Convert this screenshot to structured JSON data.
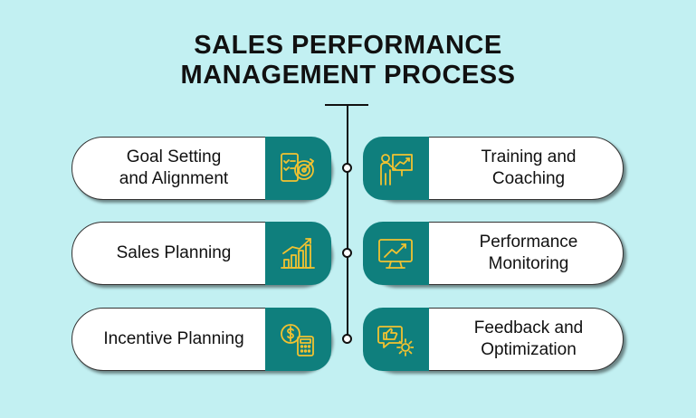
{
  "title": {
    "line1": "SALES PERFORMANCE",
    "line2": "MANAGEMENT PROCESS"
  },
  "steps": {
    "goal_setting": "Goal Setting\nand Alignment",
    "sales_planning": "Sales Planning",
    "incentive_planning": "Incentive Planning",
    "training": "Training and\nCoaching",
    "monitoring": "Performance\nMonitoring",
    "feedback": "Feedback and\nOptimization"
  },
  "colors": {
    "background": "#c2f0f2",
    "accent": "#0f7f7d",
    "icon_stroke": "#f2c230"
  },
  "icons": {
    "goal_setting": "target-checklist-icon",
    "sales_planning": "growth-bar-chart-icon",
    "incentive_planning": "dollar-calculator-icon",
    "training": "presenter-board-icon",
    "monitoring": "monitor-trend-icon",
    "feedback": "thumbs-up-gear-icon"
  }
}
